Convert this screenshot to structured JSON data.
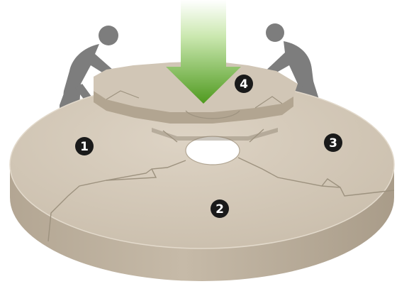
{
  "colors": {
    "stone_top": "#cfc4b4",
    "stone_top_light": "#ddd3c4",
    "stone_side": "#b9ad9b",
    "stone_side_dark": "#a39684",
    "seam": "#9d927f",
    "figure": "#7d7d7d",
    "arrow_top": "#cbe8b0",
    "arrow_bottom": "#4f9a1f",
    "badge": "#1a1a1a",
    "badge_text": "#ffffff"
  },
  "icons": [
    "person-silhouette",
    "down-arrow"
  ],
  "markers": [
    {
      "name": "marker-1",
      "label": "1"
    },
    {
      "name": "marker-2",
      "label": "2"
    },
    {
      "name": "marker-3",
      "label": "3"
    },
    {
      "name": "marker-4",
      "label": "4"
    }
  ]
}
